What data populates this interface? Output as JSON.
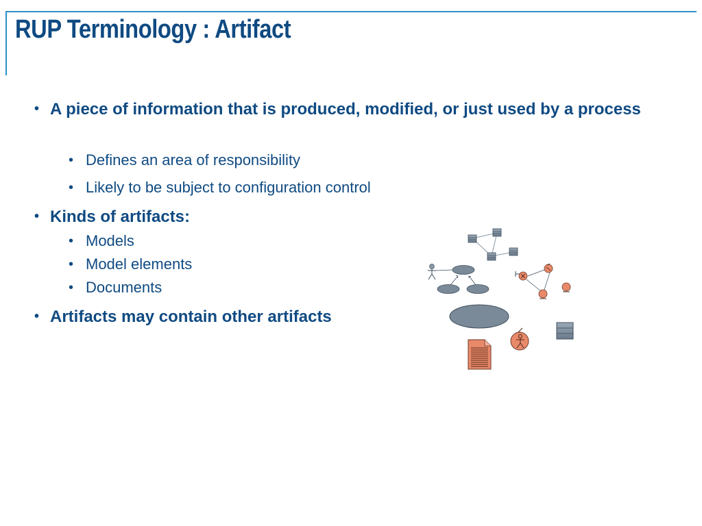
{
  "title": "RUP Terminology : Artifact",
  "bullets": [
    {
      "text": "A piece of information that is produced, modified, or just used by a process",
      "sub": [
        "Defines an area of responsibility",
        "Likely to be subject to configuration control"
      ]
    },
    {
      "text": "Kinds of artifacts:",
      "sub": [
        "Models",
        "Model elements",
        "Documents"
      ]
    },
    {
      "text": "Artifacts may contain other artifacts",
      "sub": []
    }
  ],
  "colors": {
    "title": "#0f4a82",
    "frame": "#2e8fc6",
    "element_fill": "#7a8a99",
    "actor_fill": "#e8896a"
  },
  "icons": {
    "bullet_l1": "•",
    "bullet_l2": "•"
  }
}
